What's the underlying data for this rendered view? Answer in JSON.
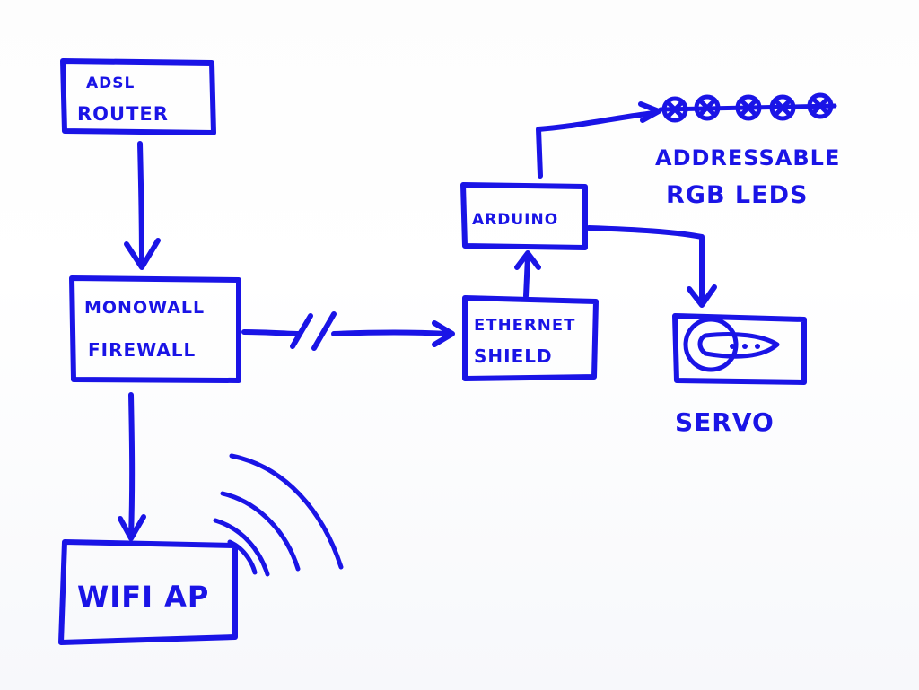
{
  "diagram": {
    "nodes": {
      "adsl_router": {
        "lines": [
          "ADSL",
          "ROUTER"
        ]
      },
      "firewall": {
        "lines": [
          "MONOWALL",
          "FIREWALL"
        ]
      },
      "wifi_ap": {
        "lines": [
          "WIFI AP"
        ]
      },
      "ethernet_shield": {
        "lines": [
          "ETHERNET",
          "SHIELD"
        ]
      },
      "arduino": {
        "lines": [
          "ARDUINO"
        ]
      },
      "servo": {
        "label": "SERVO"
      },
      "leds": {
        "lines": [
          "ADDRESSABLE",
          "RGB LEDS"
        ]
      }
    },
    "edges": [
      {
        "from": "ADSL ROUTER",
        "to": "MONOWALL FIREWALL"
      },
      {
        "from": "MONOWALL FIREWALL",
        "to": "WIFI AP"
      },
      {
        "from": "MONOWALL FIREWALL",
        "to": "ETHERNET SHIELD"
      },
      {
        "from": "ETHERNET SHIELD",
        "to": "ARDUINO"
      },
      {
        "from": "ARDUINO",
        "to": "ADDRESSABLE RGB LEDS"
      },
      {
        "from": "ARDUINO",
        "to": "SERVO"
      }
    ],
    "colors": {
      "ink": "#1a14e6",
      "background": "#ffffff"
    }
  }
}
